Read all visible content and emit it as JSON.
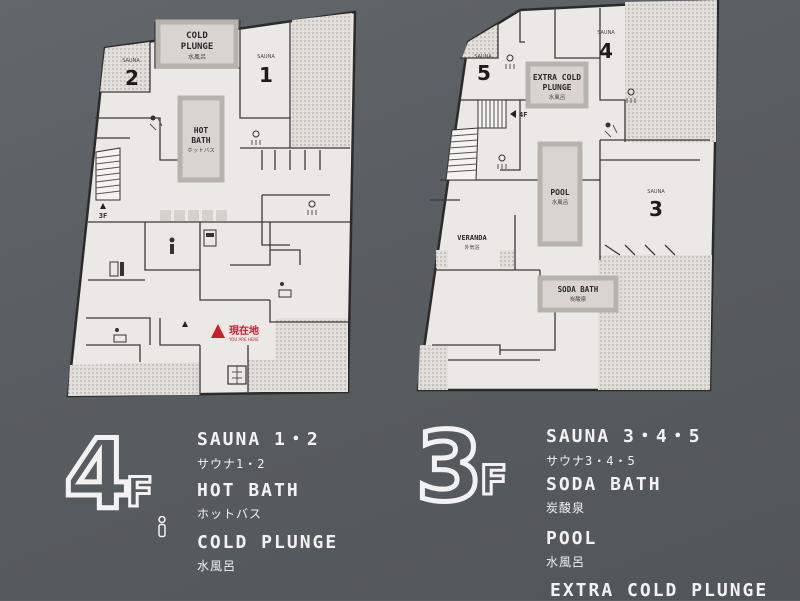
{
  "floor4": {
    "rooms": {
      "cold_plunge_en": "COLD",
      "cold_plunge_en2": "PLUNGE",
      "cold_plunge_jp": "水風呂",
      "sauna_small": "SAUNA",
      "sauna2": "2",
      "sauna1": "1",
      "hot_bath_en": "HOT",
      "hot_bath_en2": "BATH",
      "hot_bath_jp": "ホットバス",
      "stairs": "3F",
      "here_jp": "現在地",
      "here_en": "YOU ARE HERE"
    },
    "legend": {
      "floor_num": "4",
      "floor_f": "F",
      "items": [
        {
          "en": "SAUNA 1・2",
          "jp": "サウナ1・2"
        },
        {
          "en": "HOT BATH",
          "jp": "ホットバス"
        },
        {
          "en": "COLD PLUNGE",
          "jp": "水風呂"
        }
      ]
    }
  },
  "floor3": {
    "rooms": {
      "sauna_small": "SAUNA",
      "sauna5": "5",
      "sauna4": "4",
      "sauna3": "3",
      "extra_en": "EXTRA COLD",
      "extra_en2": "PLUNGE",
      "extra_jp": "水風呂",
      "stairs": "4F",
      "pool_en": "POOL",
      "pool_jp": "水風呂",
      "veranda_en": "VERANDA",
      "veranda_jp": "外気浴",
      "soda_en": "SODA BATH",
      "soda_jp": "炭酸泉"
    },
    "legend": {
      "floor_num": "3",
      "floor_f": "F",
      "items": [
        {
          "en": "SAUNA 3・4・5",
          "jp": "サウナ3・4・5"
        },
        {
          "en": "SODA BATH",
          "jp": "炭酸泉"
        },
        {
          "en": "POOL",
          "jp": "水風呂"
        },
        {
          "en": "EXTRA COLD PLUNGE",
          "jp": ""
        }
      ]
    }
  },
  "colors": {
    "wall": "#5a5f63",
    "plan": "#ebe9e6",
    "here_marker": "#c8202a"
  }
}
